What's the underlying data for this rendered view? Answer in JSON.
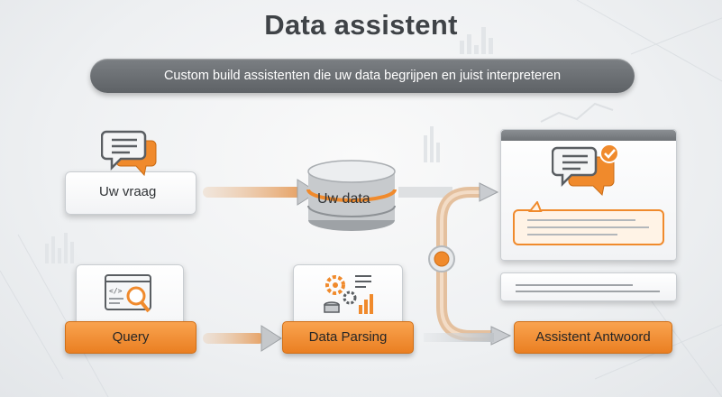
{
  "title": "Data assistent",
  "subtitle": "Custom build assistenten die uw data begrijpen en juist interpreteren",
  "nodes": {
    "question": "Uw vraag",
    "database": "Uw data",
    "query": "Query",
    "parsing": "Data Parsing",
    "answer": "Assistent Antwoord"
  },
  "icons": {
    "question": "chat-bubbles-icon",
    "database": "database-cylinder-icon",
    "query": "code-search-icon",
    "parsing": "gears-chart-icon",
    "answer_panel": "chat-check-icon"
  },
  "colors": {
    "accent": "#f08a2c",
    "panel_gray": "#6b6f73",
    "text_dark": "#3f4347"
  }
}
